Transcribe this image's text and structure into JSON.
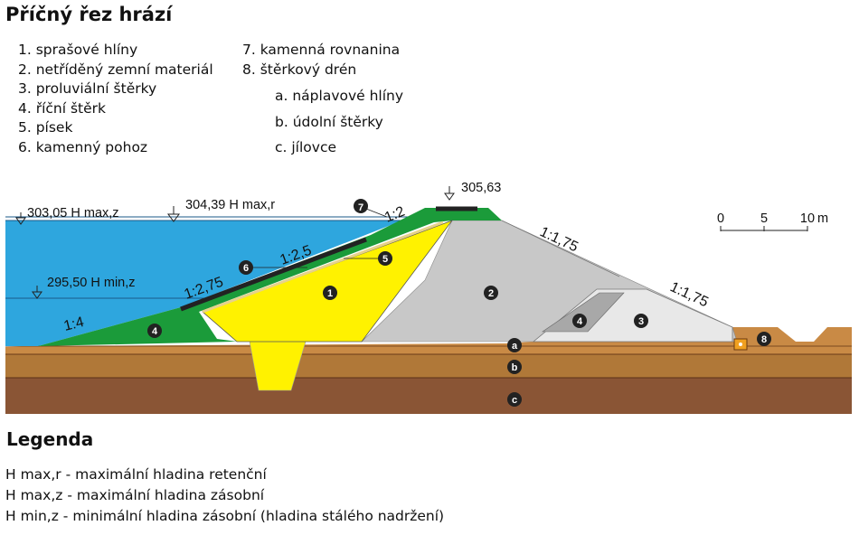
{
  "title": "Příčný řez hrází",
  "materials_col1": [
    {
      "label": "1. sprašové hlíny"
    },
    {
      "label": "2. netříděný zemní materiál"
    },
    {
      "label": "3. proluviální štěrky"
    },
    {
      "label": "4. říční štěrk"
    },
    {
      "label": "5. písek"
    },
    {
      "label": "6. kamenný pohoz"
    }
  ],
  "materials_col2": [
    {
      "label": "7. kamenná rovnanina"
    },
    {
      "label": "8. štěrkový drén"
    }
  ],
  "foundation_layers": [
    {
      "label": "a. náplavové hlíny"
    },
    {
      "label": "b. údolní štěrky"
    },
    {
      "label": "c. jílovce"
    }
  ],
  "diagram": {
    "levels": {
      "hmax_z": "303,05 H max,z",
      "hmax_r": "304,39 H max,r",
      "hmin_z": "295,50 H min,z",
      "crest": "305,63"
    },
    "slopes": {
      "s_1_2": "1:2",
      "s_1_2_5": "1:2,5",
      "s_1_2_75": "1:2,75",
      "s_1_4": "1:4",
      "s_1_1_75_upper": "1:1,75",
      "s_1_1_75_lower": "1:1,75"
    },
    "markers": {
      "m1": "1",
      "m2": "2",
      "m3": "3",
      "m4a": "4",
      "m4b": "4",
      "m5": "5",
      "m6": "6",
      "m7": "7",
      "m8": "8",
      "ma": "a",
      "mb": "b",
      "mc": "c"
    },
    "scale": {
      "s0": "0",
      "s5": "5",
      "s10": "10",
      "unit": "m"
    },
    "colors": {
      "water": "#2ea6de",
      "loess_core": "#fff200",
      "fill": "#c8c8c8",
      "gravel_proluvial": "#e8e8e8",
      "river_gravel": "#a8a8a8",
      "upstream_slope": "#1b9b3a",
      "alluvial_loam": "#c98a45",
      "valley_gravel": "#b07838",
      "claystone": "#8a5535",
      "riprap": "#222222"
    }
  },
  "legend": {
    "title": "Legenda",
    "items": [
      {
        "text": "H max,r - maximální hladina retenční"
      },
      {
        "text": "H max,z - maximální hladina zásobní"
      },
      {
        "text": "H min,z - minimální hladina zásobní (hladina stálého nadržení)"
      }
    ]
  }
}
